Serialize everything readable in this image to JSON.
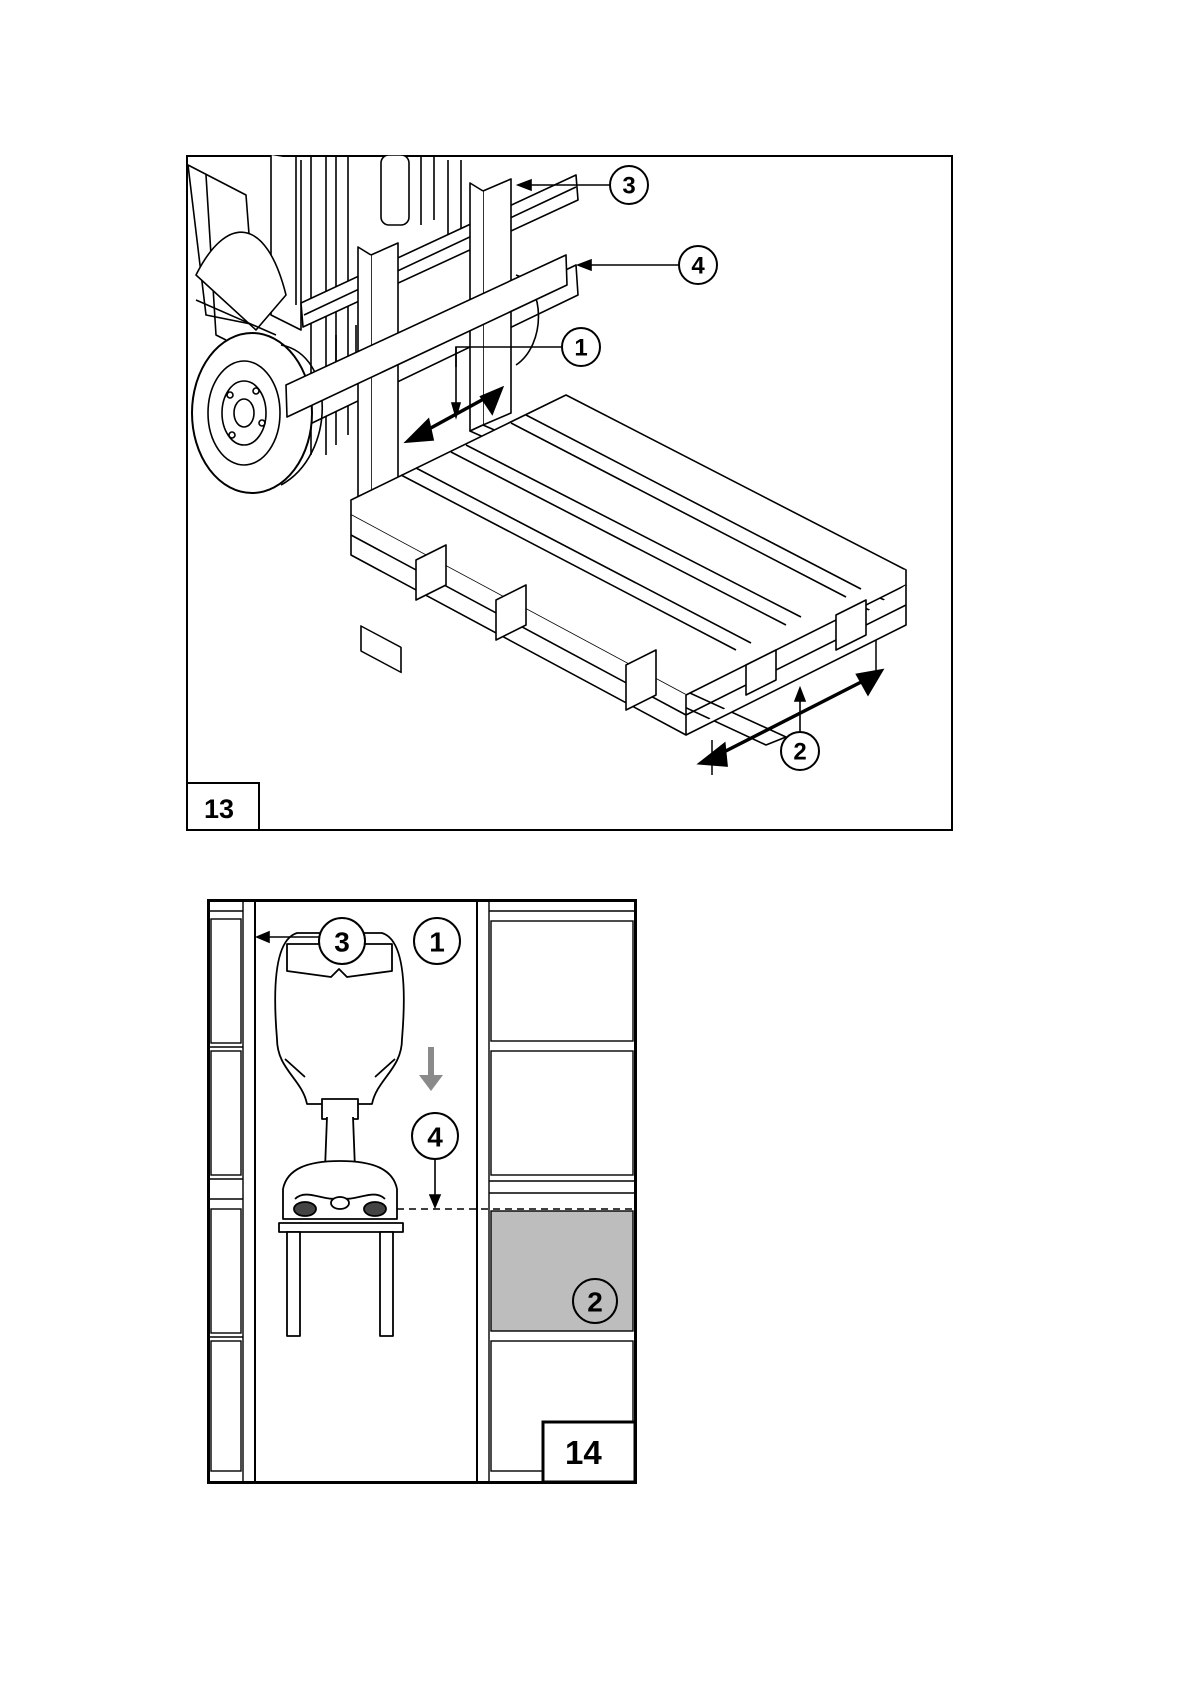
{
  "figure13": {
    "number": "13",
    "callouts": [
      {
        "id": "1",
        "label": "1"
      },
      {
        "id": "2",
        "label": "2"
      },
      {
        "id": "3",
        "label": "3"
      },
      {
        "id": "4",
        "label": "4"
      }
    ],
    "subject": "forklift-forks-with-pallet"
  },
  "figure14": {
    "number": "14",
    "callouts": [
      {
        "id": "1",
        "label": "1"
      },
      {
        "id": "2",
        "label": "2"
      },
      {
        "id": "3",
        "label": "3"
      },
      {
        "id": "4",
        "label": "4"
      }
    ],
    "colors": {
      "highlight_cell": "#bdbdbd",
      "direction_arrow": "#8a8a8a"
    },
    "subject": "top-view-racking-aisle"
  }
}
